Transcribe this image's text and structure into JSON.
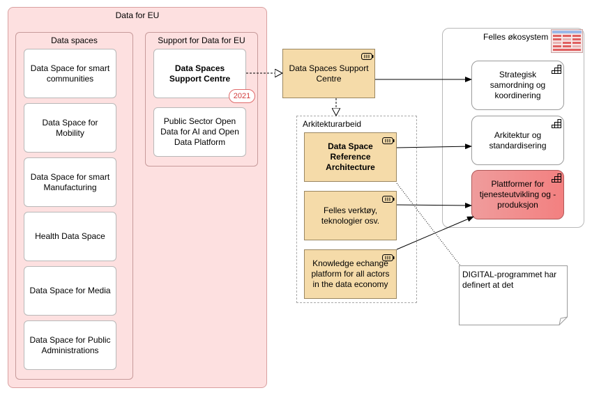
{
  "data_for_eu": {
    "title": "Data for EU",
    "data_spaces": {
      "title": "Data spaces",
      "items": [
        "Data Space for smart communities",
        "Data Space for Mobility",
        "Data Space for smart Manufacturing",
        "Health Data Space",
        "Data Space for Media",
        "Data Space for Public Administrations"
      ]
    },
    "support": {
      "title": "Support for Data for EU",
      "support_centre": "Data Spaces Support Centre",
      "badge": "2021",
      "public_sector": "Public Sector Open Data for AI and Open Data Platform"
    }
  },
  "service_centre": "Data Spaces Support Centre",
  "arkitektur": {
    "title": "Arkitekturarbeid",
    "items": [
      "Data Space Reference Architecture",
      "Felles verktøy, teknologier osv.",
      "Knowledge echange platform for all actors in the data economy"
    ]
  },
  "felles": {
    "title": "Felles økosystem",
    "items": [
      "Strategisk samordning og koordinering",
      "Arkitektur og standardisering",
      "Plattformer for tjenesteutvikling og -produksjon"
    ]
  },
  "note": "DIGITAL-programmet har definert at det",
  "colors": {
    "eu_fill": "#fde0e0",
    "service_fill": "#f5dba9",
    "highlight_red": "#f38080",
    "badge_red": "#d23b3b"
  }
}
